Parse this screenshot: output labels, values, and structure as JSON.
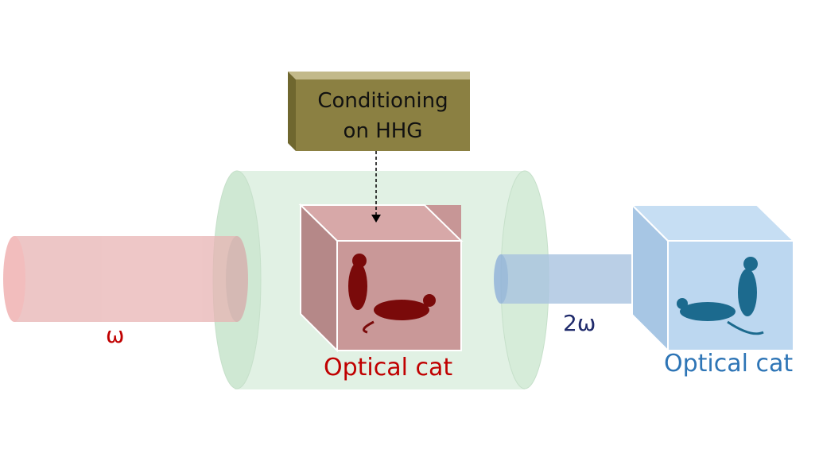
{
  "box_label_line1": "Conditioning",
  "box_label_line2": "on HHG",
  "omega": "ω",
  "two_omega": "2ω",
  "cat_left": "Optical cat",
  "cat_right": "Optical cat",
  "colors": {
    "red": "#c00000",
    "blue": "#2e75b6",
    "navy": "#1f2a6b",
    "box": "#8b8042"
  }
}
